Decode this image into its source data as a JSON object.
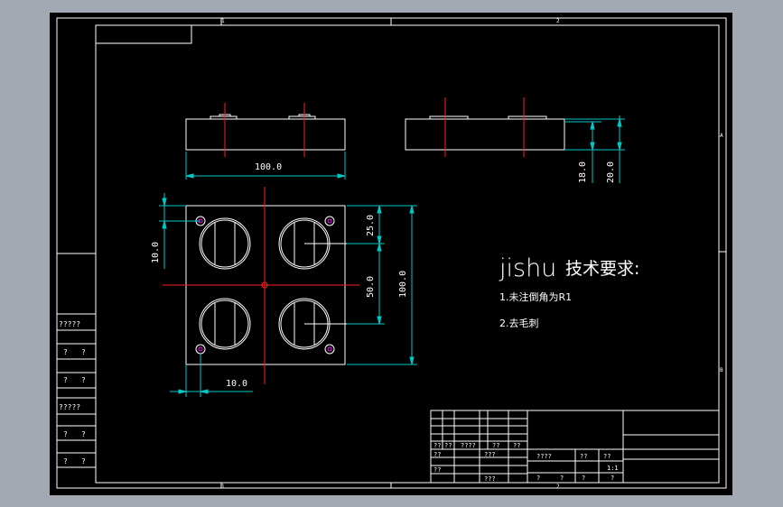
{
  "colors": {
    "background": "#a3a9b3",
    "paper": "#000000",
    "frame": "#ffffff",
    "dimension": "#00c8c8",
    "center_line": "#ff2020",
    "notes": "#00c8ff",
    "marker": "#ff00ff"
  },
  "zone_labels": {
    "top_1": "1",
    "top_2": "2",
    "bottom_1": "1",
    "bottom_2": "2",
    "right_a": "A",
    "right_b": "B"
  },
  "dimensions": {
    "front_width": "100.0",
    "side_height_1": "18.0",
    "side_height_2": "20.0",
    "hole_offset_y": "10.0",
    "hole_offset_x": "10.0",
    "hole_spacing_25": "25.0",
    "pitch_50": "50.0",
    "plan_height": "100.0"
  },
  "notes": {
    "title_latin": "jishu",
    "title_cn": "技术要求:",
    "line1": "1.未注倒角为R1",
    "line2": "2.去毛刺"
  },
  "left_strip": {
    "row1": "?????",
    "row2a": "?",
    "row2b": "?",
    "row3a": "?",
    "row3b": "?",
    "row4": "?????",
    "row5a": "?",
    "row5b": "?",
    "row6a": "?",
    "row6b": "?"
  },
  "title_block": {
    "c1": "??",
    "c2": "??",
    "c3": "????",
    "c4": "??",
    "c5": "??",
    "c6": "????",
    "c7": "??",
    "c8": "??",
    "c9": "??",
    "c10": "???",
    "c11": "??",
    "c12": "???",
    "scale": "1:1",
    "c13": "?",
    "c14": "?",
    "c15": "?",
    "c16": "?"
  }
}
